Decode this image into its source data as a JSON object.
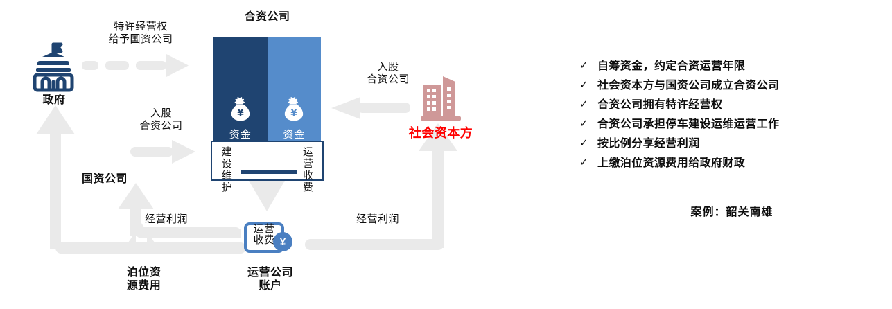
{
  "diagram": {
    "joint_venture": {
      "title": "合资公司",
      "left_fund_label": "资金",
      "right_fund_label": "资金",
      "build_text": "建设维护",
      "operate_text": "运营收费",
      "left_color": "#1f4471",
      "right_color": "#558ccb"
    },
    "government": {
      "label": "政府",
      "icon": "government-building-icon",
      "color": "#1f4471"
    },
    "private_capital": {
      "label": "社会资本方",
      "icon": "office-building-icon",
      "icon_color": "#cf9898",
      "text_color": "#ff0000"
    },
    "account": {
      "label": "运营公司\n账户",
      "card_text_line1": "运营",
      "card_text_line2": "收费",
      "badge": "¥",
      "color": "#4a7fc1"
    },
    "flow_labels": {
      "concession": "特许经营权\n给予国资公司",
      "invest_left": "入股\n合资公司",
      "state_company": "国资公司",
      "profit_left": "经营利润",
      "invest_right": "入股\n合资公司",
      "profit_right": "经营利润",
      "berth_fee": "泊位资\n源费用"
    }
  },
  "bullets": {
    "check_mark": "✓",
    "items": [
      "自筹资金，约定合资运营年限",
      "社会资本方与国资公司成立合资公司",
      "合资公司拥有特许经营权",
      "合资公司承担停车建设运维运营工作",
      "按比例分享经营利润",
      "上缴泊位资源费用给政府财政"
    ],
    "case_note": "案例：韶关南雄"
  }
}
